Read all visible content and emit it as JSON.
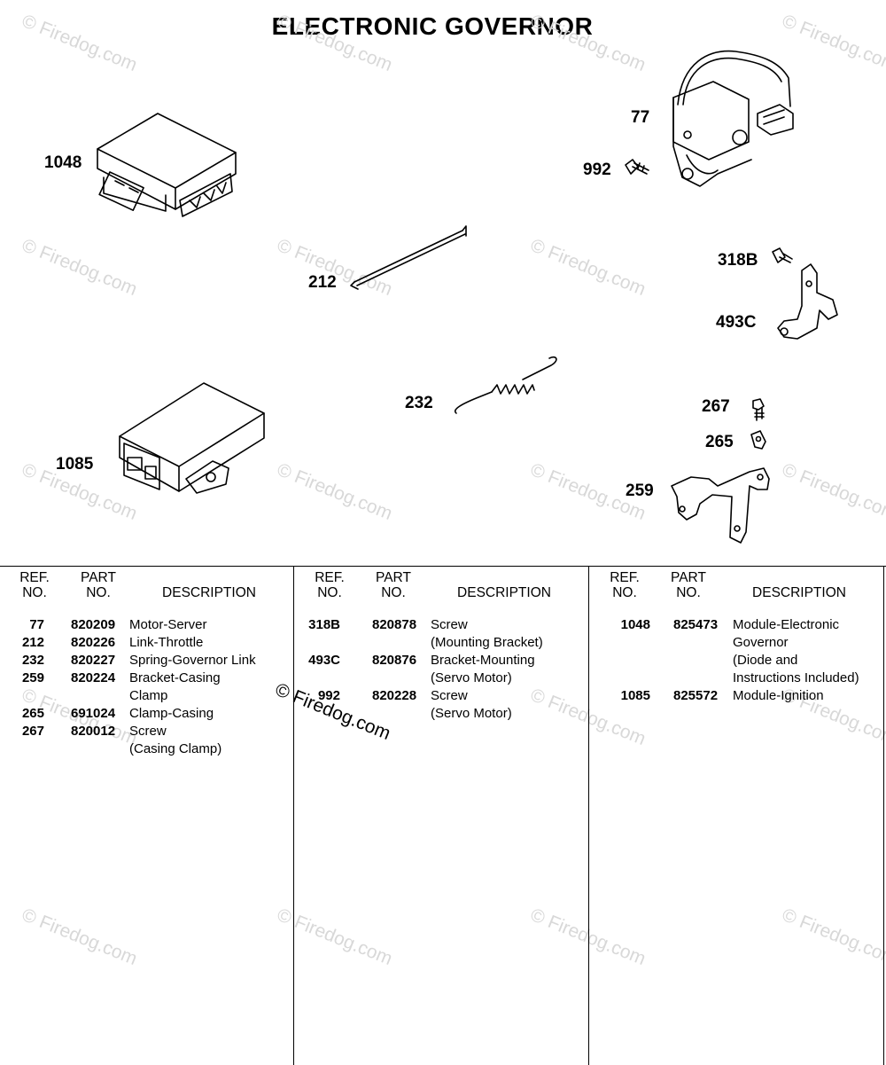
{
  "title": "ELECTRONIC GOVERNOR",
  "watermark": "© Firedog.com",
  "callouts": [
    {
      "id": "c77",
      "label": "77"
    },
    {
      "id": "c992",
      "label": "992"
    },
    {
      "id": "c1048",
      "label": "1048"
    },
    {
      "id": "c212",
      "label": "212"
    },
    {
      "id": "c318B",
      "label": "318B"
    },
    {
      "id": "c493C",
      "label": "493C"
    },
    {
      "id": "c232",
      "label": "232"
    },
    {
      "id": "c267",
      "label": "267"
    },
    {
      "id": "c265",
      "label": "265"
    },
    {
      "id": "c1085",
      "label": "1085"
    },
    {
      "id": "c259",
      "label": "259"
    }
  ],
  "table": {
    "headers": {
      "ref_line1": "REF.",
      "ref_line2": "NO.",
      "part_line1": "PART",
      "part_line2": "NO.",
      "description": "DESCRIPTION"
    },
    "columns": [
      {
        "rows": [
          {
            "ref": "77",
            "part": "820209",
            "desc": [
              "Motor-Server"
            ]
          },
          {
            "ref": "212",
            "part": "820226",
            "desc": [
              "Link-Throttle"
            ]
          },
          {
            "ref": "232",
            "part": "820227",
            "desc": [
              "Spring-Governor Link"
            ]
          },
          {
            "ref": "259",
            "part": "820224",
            "desc": [
              "Bracket-Casing",
              "Clamp"
            ]
          },
          {
            "ref": "265",
            "part": "691024",
            "desc": [
              "Clamp-Casing"
            ]
          },
          {
            "ref": "267",
            "part": "820012",
            "desc": [
              "Screw",
              "(Casing Clamp)"
            ]
          }
        ]
      },
      {
        "rows": [
          {
            "ref": "318B",
            "part": "820878",
            "desc": [
              "Screw",
              "(Mounting Bracket)"
            ]
          },
          {
            "ref": "493C",
            "part": "820876",
            "desc": [
              "Bracket-Mounting",
              "(Servo Motor)"
            ]
          },
          {
            "ref": "992",
            "part": "820228",
            "desc": [
              "Screw",
              "(Servo Motor)"
            ]
          }
        ]
      },
      {
        "rows": [
          {
            "ref": "1048",
            "part": "825473",
            "desc": [
              "Module-Electronic",
              "Governor",
              "(Diode and",
              "Instructions Included)"
            ]
          },
          {
            "ref": "1085",
            "part": "825572",
            "desc": [
              "Module-Ignition"
            ]
          }
        ]
      }
    ]
  }
}
